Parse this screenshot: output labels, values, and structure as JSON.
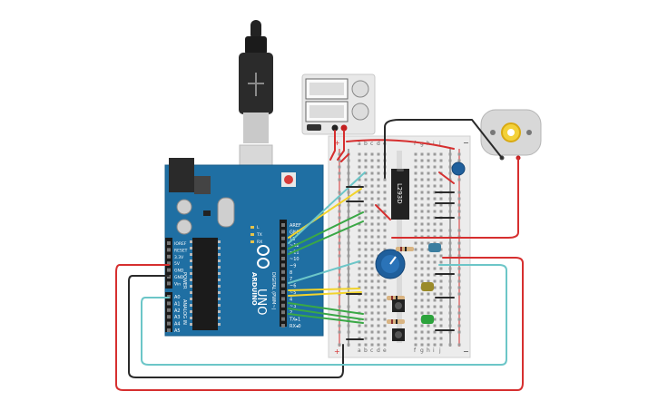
{
  "arduino": {
    "board_name": "UNO",
    "brand": "ARDUINO",
    "power_label": "POWER",
    "analog_label": "ANALOG IN",
    "digital_label": "DIGITAL (PWM~)",
    "digital_pins": [
      "AREF",
      "GND",
      "13",
      "~12",
      "~11",
      "~10",
      "~9",
      "8",
      "7",
      "~6",
      "~5",
      "4",
      "~3",
      "2",
      "TX▸1",
      "RX◂0"
    ],
    "power_pins": [
      "IOREF",
      "RESET",
      "3.3V",
      "5V",
      "GND",
      "GND",
      "Vin"
    ],
    "analog_pins": [
      "A0",
      "A1",
      "A2",
      "A3",
      "A4",
      "A5"
    ],
    "led_labels": [
      "L",
      "TX",
      "RX"
    ]
  },
  "breadboard": {
    "col_letters_left": [
      "a",
      "b",
      "c",
      "d",
      "e"
    ],
    "col_letters_right": [
      "f",
      "g",
      "h",
      "i",
      "j"
    ],
    "rail_plus": "+",
    "rail_minus": "−"
  },
  "ic_label": "L293D",
  "colors": {
    "board_blue": "#1f6fa3",
    "wire_red": "#d62f2f",
    "wire_black": "#2a2a2a",
    "wire_yellow": "#f2d32c",
    "wire_green": "#3aa846",
    "wire_cyan": "#6cc6c8"
  }
}
